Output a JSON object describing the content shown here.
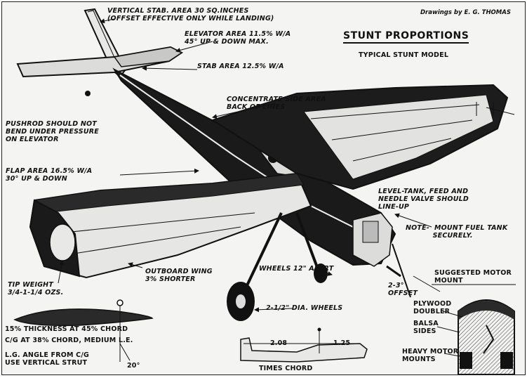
{
  "credit": "Drawings by E. G. THOMAS",
  "title": "STUNT PROPORTIONS",
  "subtitle": "TYPICAL STUNT MODEL",
  "labels": {
    "vertical_stab": "VERTICAL STAB. AREA 30 SQ.INCHES\n(OFFSET EFFECTIVE ONLY WHILE LANDING)",
    "elevator": "ELEVATOR AREA 11.5% W/A\n45° UP & DOWN MAX.",
    "stab": "STAB AREA 12.5% W/A",
    "side_area": "CONCENTRATE SIDE AREA\nBACK OF LINES",
    "pushrod": "PUSHROD SHOULD NOT\nBEND UNDER PRESSURE\nON ELEVATOR",
    "flap": "FLAP AREA 16.5% W/A\n30° UP & DOWN",
    "level_tank": "LEVEL-TANK, FEED AND\nNEEDLE VALVE SHOULD\nLINE-UP",
    "note": "NOTE-  MOUNT FUEL TANK\n           SECURELY.",
    "tip_weight": "TIP WEIGHT\n3/4-1-1/4 OZS.",
    "outboard_wing": "OUTBOARD WING\n3% SHORTER",
    "wheels_apart": "WHEELS 12\" APART",
    "offset": "2-3°\nOFFSET",
    "wheel_dia": "2-1/2\" DIA. WHEELS",
    "thickness": "15% THICKNESS AT 45% CHORD",
    "cg": "C/G AT 38% CHORD, MEDIUM L.E.",
    "lg_angle": "L.G. ANGLE FROM C/G\nUSE VERTICAL STRUT",
    "angle_20": "20°",
    "dim_208": "2.08",
    "dim_125": "1.25",
    "times_chord": "TIMES CHORD",
    "motor_mount": "SUGGESTED MOTOR\nMOUNT",
    "plywood": "PLYWOOD\nDOUBLER",
    "balsa": "BALSA\nSIDES",
    "heavy_mounts": "HEAVY MOTOR\nMOUNTS"
  }
}
